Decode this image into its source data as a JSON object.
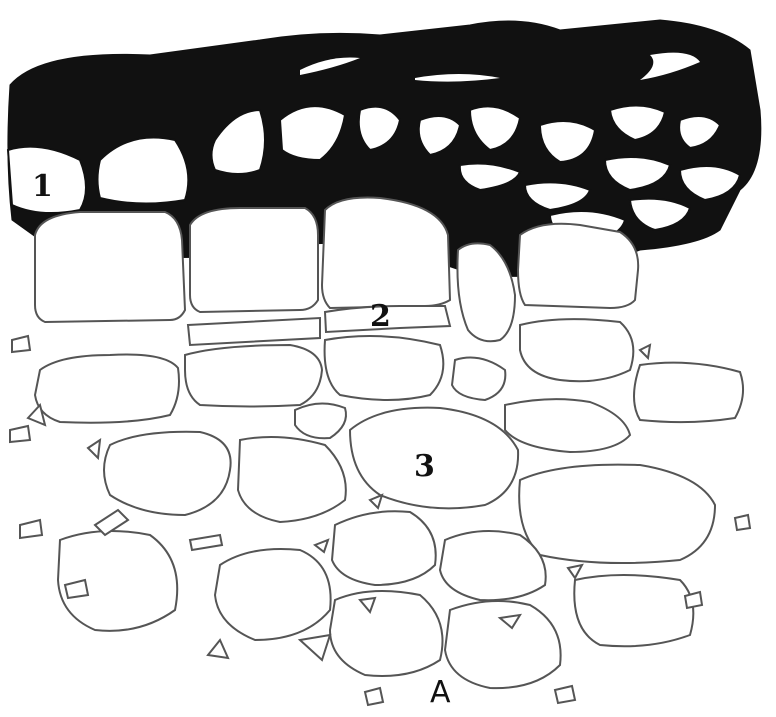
{
  "figure": {
    "labels": {
      "l1": "1",
      "l2": "2",
      "l3": "3",
      "la": "A"
    },
    "colors": {
      "ink": "#111111",
      "cell_wall": "#555555",
      "background": "#ffffff"
    }
  }
}
